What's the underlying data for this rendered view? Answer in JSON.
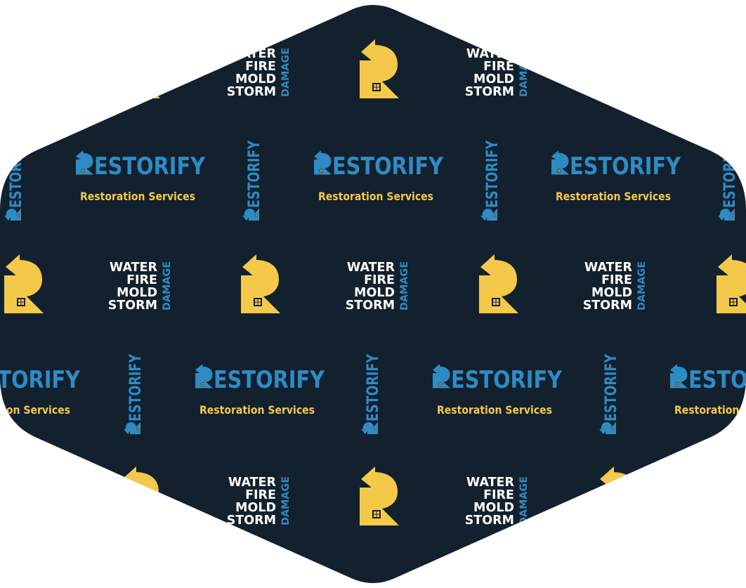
{
  "brand": {
    "name": "RESTORIFY",
    "name_rest": "ESTORIFY",
    "tagline": "Restoration Services"
  },
  "services": {
    "lines": [
      "WATER",
      "FIRE",
      "MOLD",
      "STORM"
    ],
    "side_label": "DAMAGE"
  },
  "colors": {
    "background": "#13202e",
    "blue": "#2e8bc4",
    "yellow": "#f4c94a",
    "white": "#ffffff",
    "page": "#ffffff"
  },
  "icons": {
    "logo_mark": "restorify-r-arrow-house-icon"
  }
}
